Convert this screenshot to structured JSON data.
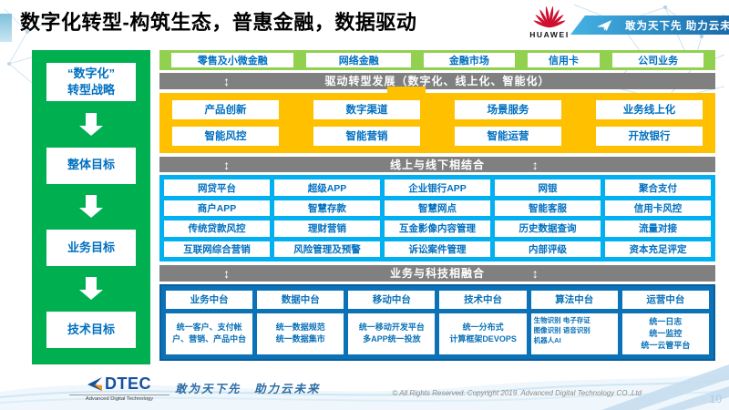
{
  "title": "数字化转型-构筑生态，普惠金融，数据驱动",
  "header": {
    "brand": "HUAWEI",
    "slogan": "敢为天下先 助力云未来"
  },
  "icons": {
    "updown_arrow": "↕"
  },
  "colors": {
    "sidebar_green": "#00B050",
    "row_green": "#92D050",
    "yellow": "#FFC000",
    "gray_bar": "#808080",
    "cyan": "#00B0F0",
    "deep_blue": "#0B72B8",
    "box_text_blue": "#0070C0",
    "huawei_red": "#CE0E2D",
    "banner_blue": "#1A6CAB"
  },
  "sidebar": {
    "items": [
      "“数字化”\n转型战略",
      "整体目标",
      "业务目标",
      "技术目标"
    ]
  },
  "flow": {
    "business_lines": [
      "零售及小微金融",
      "网络金融",
      "金融市场",
      "信用卡",
      "公司业务"
    ],
    "bar1": "驱动转型发展（数字化、线上化、智能化）",
    "transform": [
      [
        "产品创新",
        "数字渠道",
        "场景服务",
        "业务线上化"
      ],
      [
        "智能风控",
        "智能营销",
        "智能运营",
        "开放银行"
      ]
    ],
    "bar2": "线上与线下相结合",
    "channels": [
      [
        "网贷平台",
        "超级APP",
        "企业银行APP",
        "网银",
        "聚合支付"
      ],
      [
        "商户APP",
        "智慧存款",
        "智慧网点",
        "智能客服",
        "信用卡风控"
      ],
      [
        "传统贷款风控",
        "理财营销",
        "互金影像内容管理",
        "历史数据查询",
        "流量对接"
      ],
      [
        "互联网综合营销",
        "风险管理及预警",
        "诉讼案件管理",
        "内部评级",
        "资本充足评定"
      ]
    ],
    "bar3": "业务与科技相融合",
    "platforms": [
      {
        "name": "业务中台",
        "detail": "统一客户、支付帐户、营销、产品中台"
      },
      {
        "name": "数据中台",
        "detail": "统一数据规范\n统一数据集市"
      },
      {
        "name": "移动中台",
        "detail": "统一移动开发平台\n多APP统一投放"
      },
      {
        "name": "技术中台",
        "detail": "统一分布式\n计算框架DEVOPS"
      },
      {
        "name": "算法中台",
        "detail": "生物识别 电子存证\n图像识别 语音识别\n机器人AI"
      },
      {
        "name": "运营中台",
        "detail": "统一日志\n统一监控\n统一云管平台"
      }
    ]
  },
  "footer": {
    "logo": "DTEC",
    "logo_sub": "Advanced Digital Technology",
    "tagline": "敢为天下先　助力云未来",
    "copyright": "© All Rights Reserved. Copyright 2019. Advanced Digital Technology CO.,Ltd",
    "page": "10"
  }
}
